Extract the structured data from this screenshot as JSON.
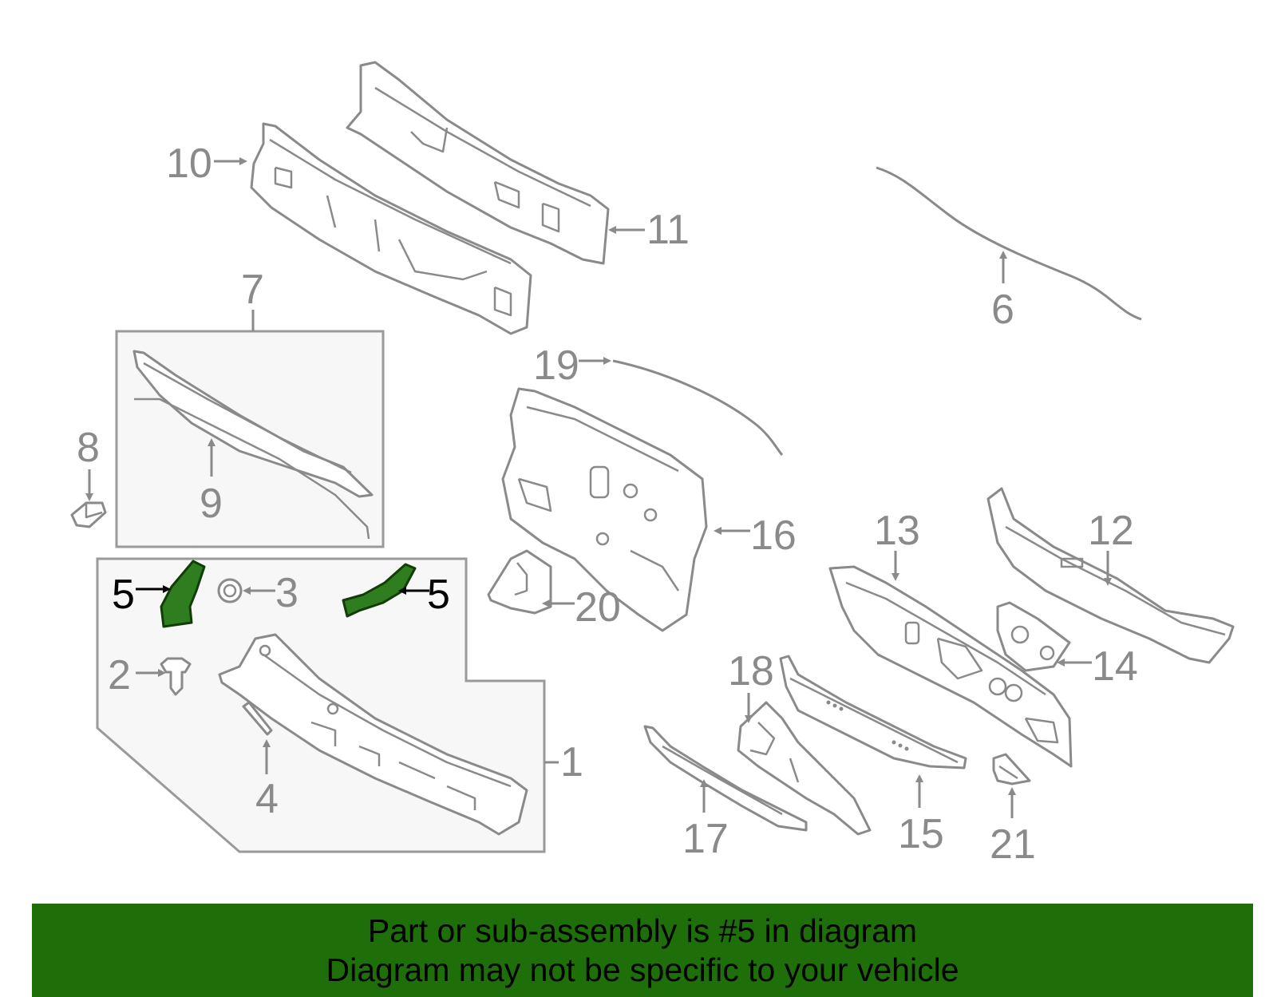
{
  "colors": {
    "banner_bg": "#1e6f0a",
    "highlight_part": "#2e7d1e",
    "line_gray": "#8a8a8a"
  },
  "callouts": {
    "c1": "1",
    "c2": "2",
    "c3": "3",
    "c4": "4",
    "c5a": "5",
    "c5b": "5",
    "c6": "6",
    "c7": "7",
    "c8": "8",
    "c9": "9",
    "c10": "10",
    "c11": "11",
    "c12": "12",
    "c13": "13",
    "c14": "14",
    "c15": "15",
    "c16": "16",
    "c17": "17",
    "c18": "18",
    "c19": "19",
    "c20": "20",
    "c21": "21"
  },
  "banner": {
    "line1": "Part or sub-assembly is #5 in diagram",
    "line2": "Diagram may not be specific to your vehicle"
  }
}
